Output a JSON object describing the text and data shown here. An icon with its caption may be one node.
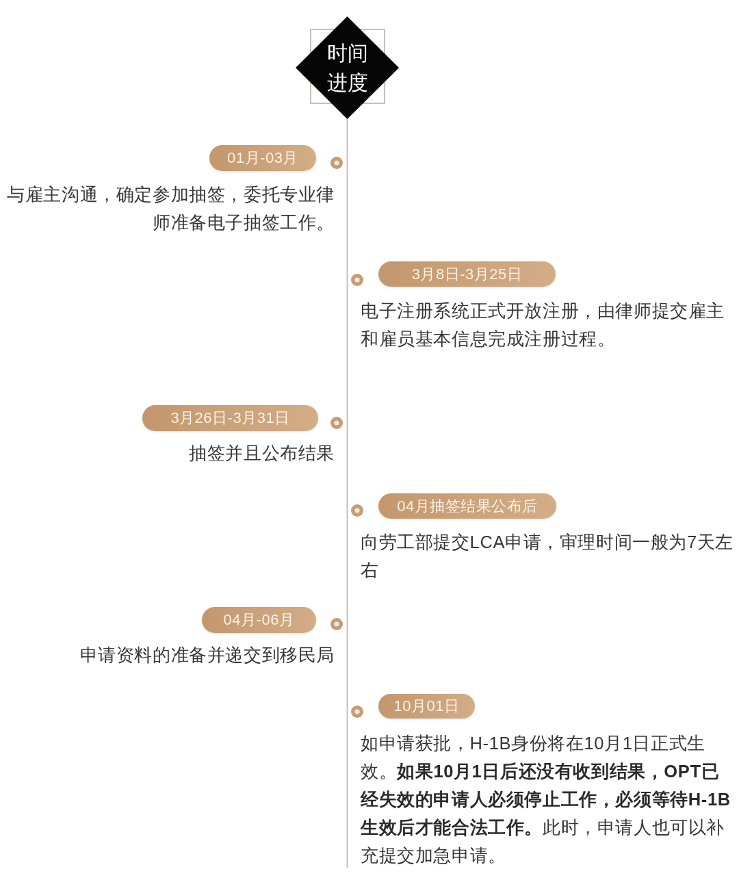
{
  "diagram": {
    "nodes": [
      {
        "text": [
          "时间进度"
        ]
      },
      {
        "text": [
          "01月-03月"
        ],
        "beside": [
          "与雇主沟通，确定参加抽签，委托专业律师准备电子抽签工作。"
        ]
      },
      {
        "text": [
          "3月8日-3月25日"
        ],
        "beside": [
          "电子注册系统正式开放注册，由律师提交雇主和雇员基本信息完成注册过程。"
        ]
      },
      {
        "text": [
          "3月26日-3月31日"
        ],
        "beside": [
          "抽签并且公布结果"
        ]
      },
      {
        "text": [
          "04月抽签结果公布后"
        ],
        "beside": [
          "向劳工部提交LCA申请，审理时间一般为7天左右"
        ]
      },
      {
        "text": [
          "04月-06月"
        ],
        "beside": [
          "申请资料的准备并递交到移民局"
        ]
      },
      {
        "text": [
          "10月01日"
        ],
        "beside": [
          "如申请获批，H-1B身份将在10月1日正式生效。**如果10月1日后还没有收到结果，OPT已经失效的申请人必须停止工作，必须等待H-1B生效后才能合法工作。**此时，申请人也可以补充提交加急申请。"
        ]
      }
    ]
  }
}
